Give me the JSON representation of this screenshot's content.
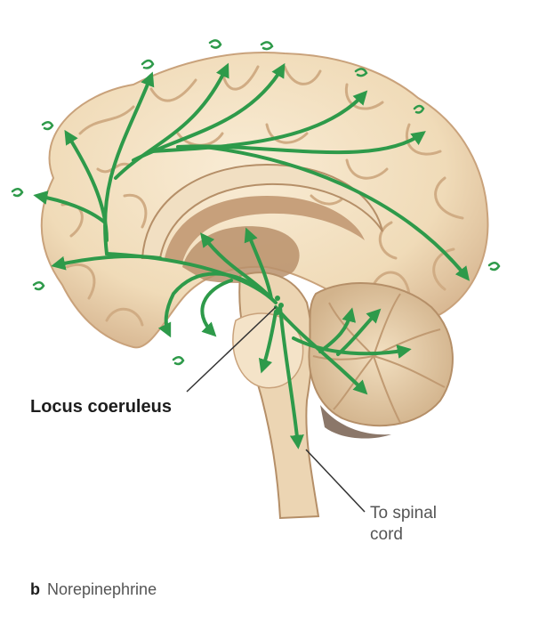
{
  "labels": {
    "locus": "Locus coeruleus",
    "spinal_line1": "To spinal",
    "spinal_line2": "cord"
  },
  "caption": {
    "letter": "b",
    "text": "Norepinephrine"
  },
  "colors": {
    "pathway": "#2e9a4a",
    "brain_fill": "#f3e2c4",
    "brain_shadow": "#d9b994",
    "inner_fill": "#c7a07b",
    "leader_line": "#333333"
  },
  "icons": [
    "arrowhead-icon",
    "curl-terminal-icon"
  ]
}
